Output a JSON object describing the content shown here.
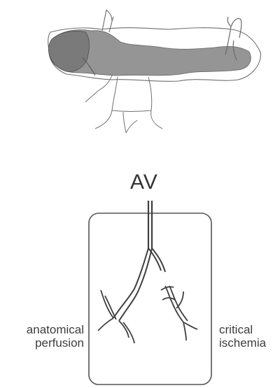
{
  "figure": {
    "title": "AV",
    "left_annotation": "anatomical\nperfusion",
    "right_annotation": "critical\nischemia",
    "stroke_color": "#3a3a3a",
    "organ_fill_color": "#8d8d8d",
    "vessel_color": "#3f3f3f"
  }
}
